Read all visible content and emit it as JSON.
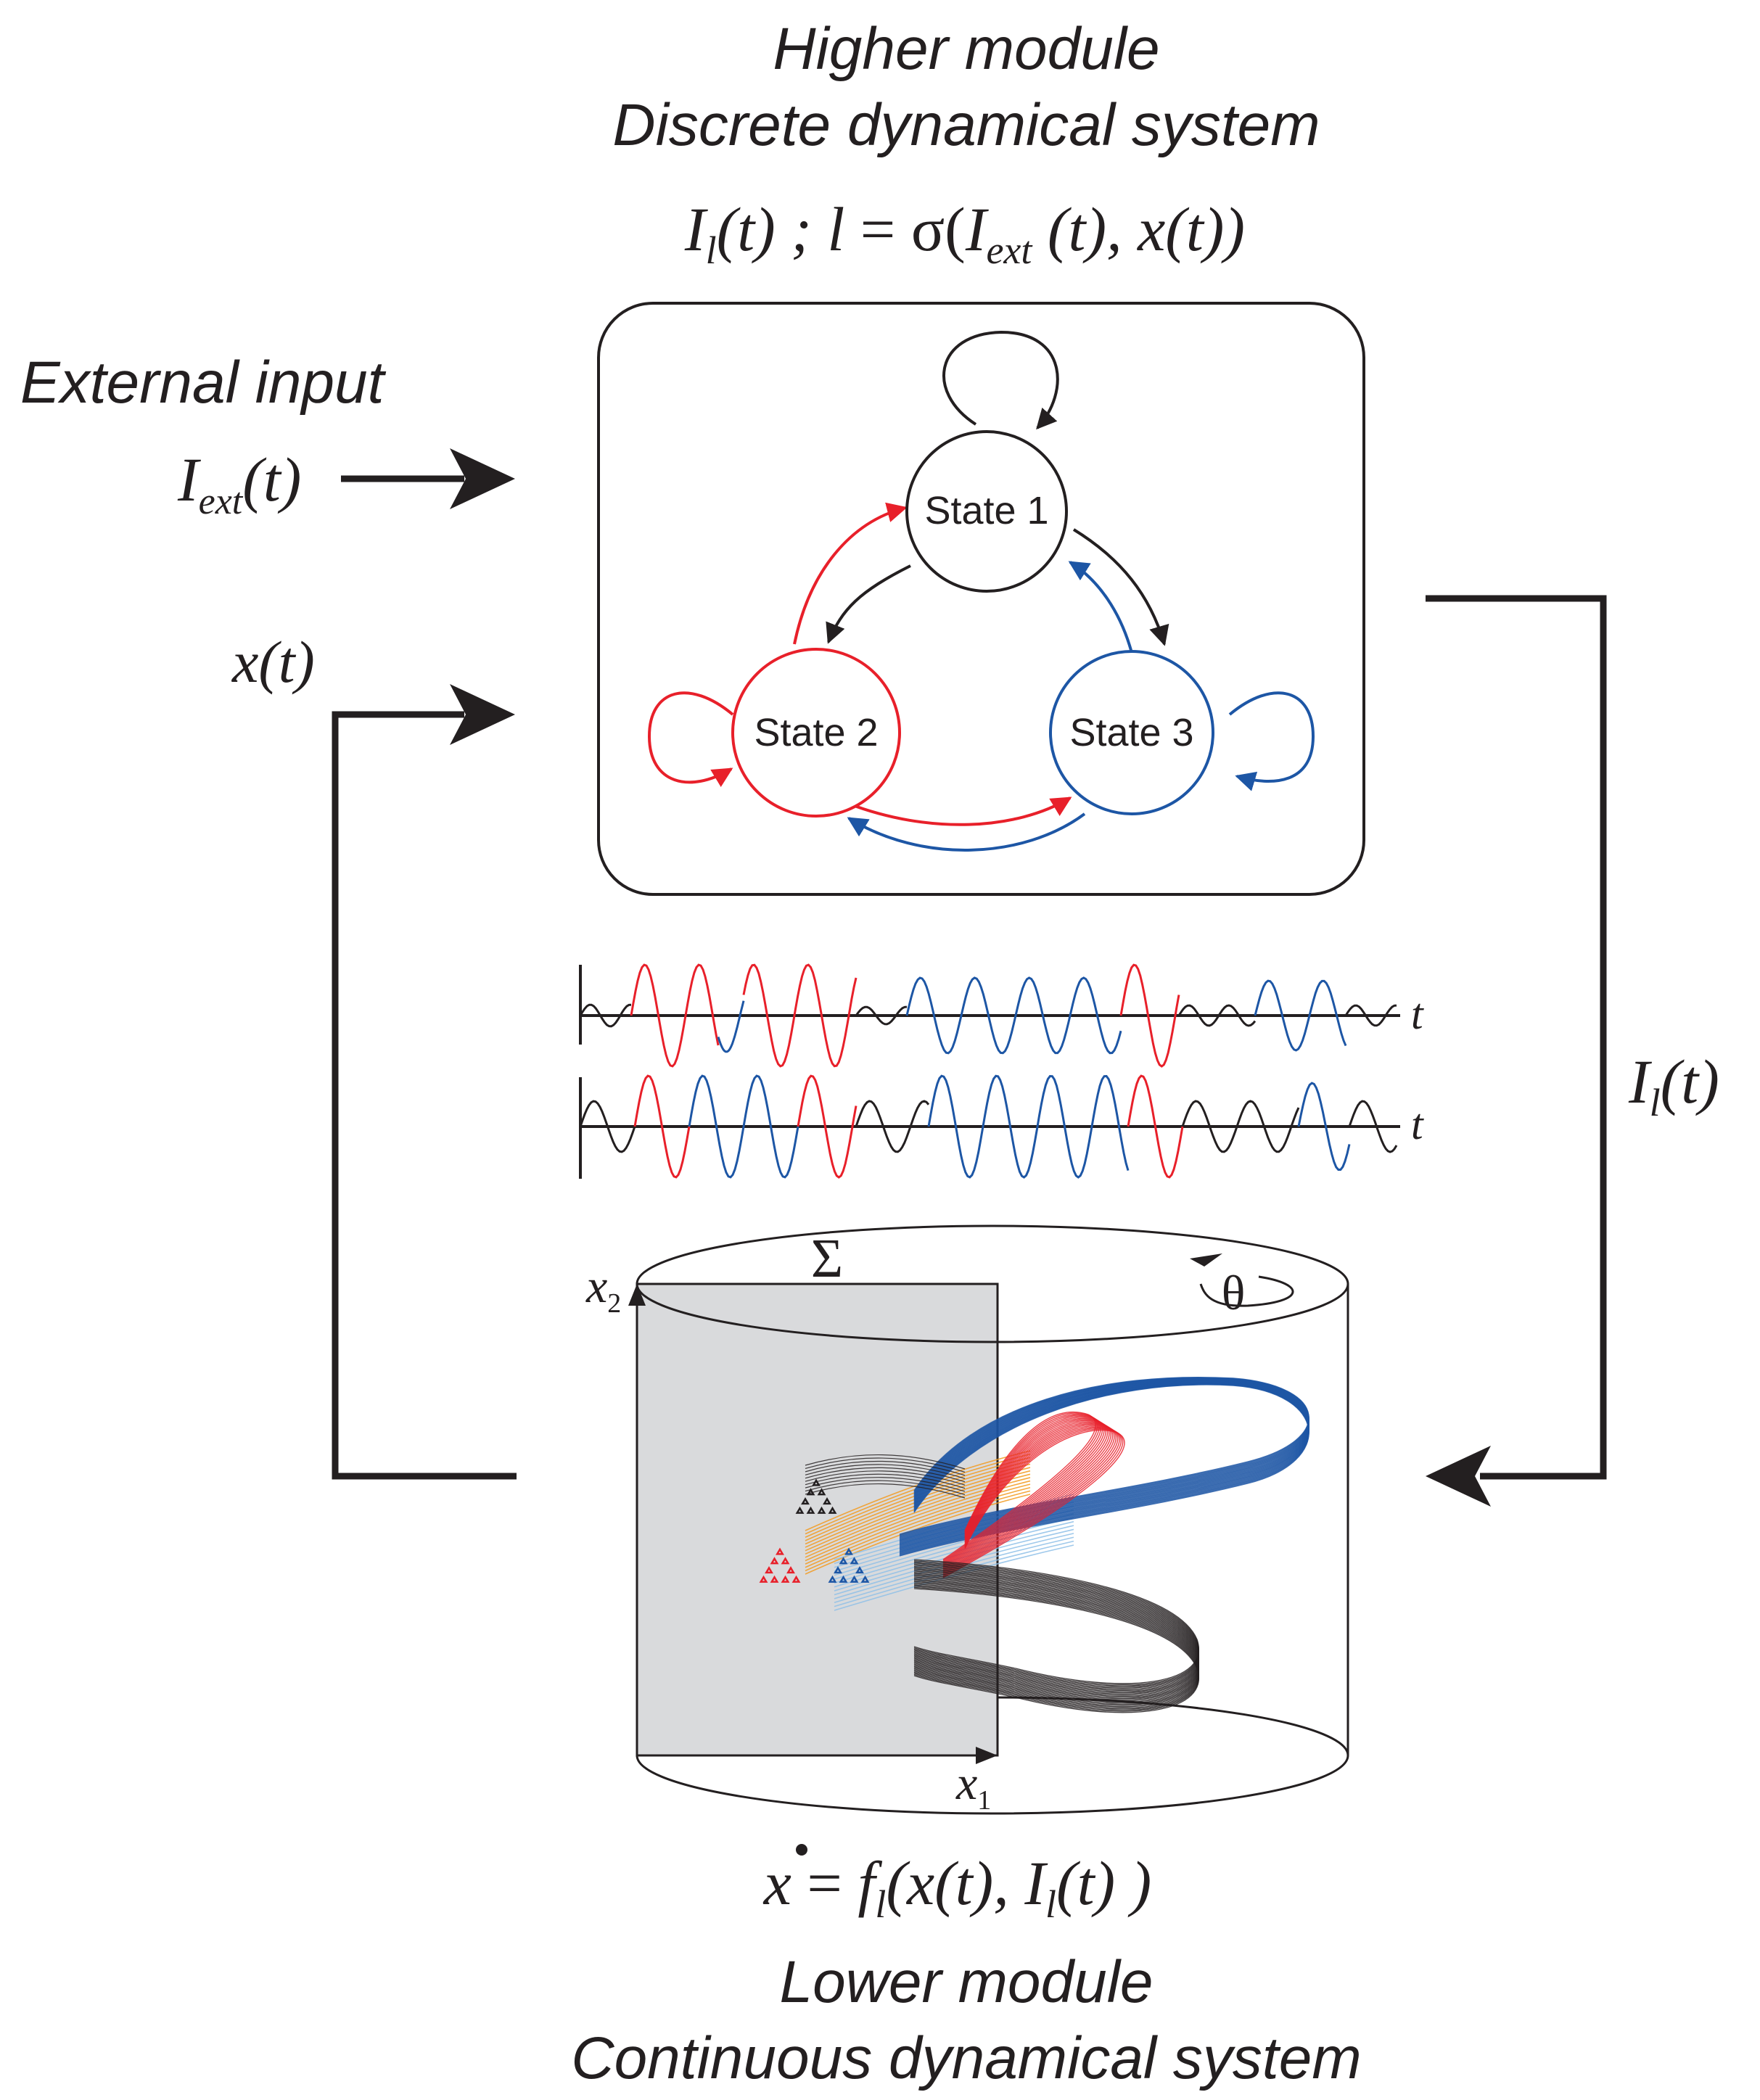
{
  "higher_module": {
    "title": "Higher module",
    "subtitle": "Discrete dynamical system",
    "eq": {
      "I": "I",
      "sub_l": "l",
      "t1": "(t) ; ",
      "l": "l",
      "eq": " = ",
      "sigma": "σ(",
      "I2": "I",
      "sub_ext": "ext",
      "t2": " (t), ",
      "x": "x(t))"
    }
  },
  "external_input": {
    "label": "External input",
    "I": "I",
    "sub": "ext",
    "arg": "(t)"
  },
  "feedback_label": "x(t)",
  "il_label": {
    "I": "I",
    "sub": "l",
    "arg": "(t)"
  },
  "states": [
    {
      "label": "State 1",
      "color": "#231f20"
    },
    {
      "label": "State 2",
      "color": "#e8202a"
    },
    {
      "label": "State 3",
      "color": "#1d56a5"
    }
  ],
  "signals": {
    "axis_label_top": "t",
    "axis_label_bottom": "t"
  },
  "colors": {
    "black": "#231f20",
    "red": "#e8202a",
    "blue": "#1d56a5",
    "orange": "#f29a1f",
    "lightblue": "#8ec0e8",
    "section": "#d9dadc"
  },
  "lower_module": {
    "sigma_label": "Σ",
    "theta_label": "θ",
    "x1": {
      "x": "x",
      "sub": "1"
    },
    "x2": {
      "x": "x",
      "sub": "2"
    },
    "eq": {
      "x": "x",
      "eq": " = ",
      "f": "f",
      "sub_l": "l",
      "args1": "(x(t), ",
      "I": "I",
      "sub_l2": "l",
      "args2": "(t) )"
    },
    "title": "Lower module",
    "subtitle": "Continuous dynamical system"
  }
}
